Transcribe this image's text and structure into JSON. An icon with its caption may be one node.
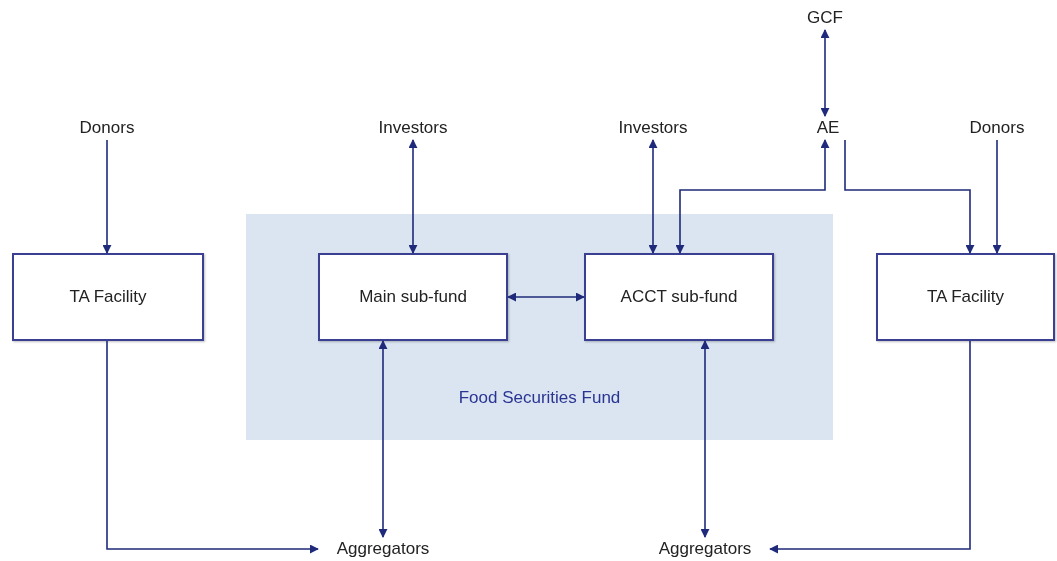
{
  "diagram": {
    "nodes": [
      {
        "text": [
          "Donors"
        ]
      },
      {
        "text": [
          "Investors"
        ]
      },
      {
        "text": [
          "Investors"
        ]
      },
      {
        "text": [
          "GCF"
        ]
      },
      {
        "text": [
          "AE"
        ]
      },
      {
        "text": [
          "Donors"
        ]
      },
      {
        "text": [
          "TA Facility"
        ]
      },
      {
        "text": [
          "Food Securities Fund"
        ]
      },
      {
        "text": [
          "Main sub-fund"
        ],
        "in": 7
      },
      {
        "text": [
          "ACCT sub-fund"
        ],
        "in": 7
      },
      {
        "text": [
          "TA Facility"
        ]
      },
      {
        "text": [
          "Aggregators"
        ]
      },
      {
        "text": [
          "Aggregators"
        ]
      }
    ],
    "edges": [
      {
        "from": 0,
        "to": 6,
        "arrow": "to"
      },
      {
        "from": 1,
        "to": 8,
        "arrow": "both"
      },
      {
        "from": 2,
        "to": 9,
        "arrow": "both"
      },
      {
        "from": 3,
        "to": 4,
        "arrow": "both"
      },
      {
        "from": 4,
        "to": 9,
        "arrow": "both"
      },
      {
        "from": 4,
        "to": 10,
        "arrow": "to"
      },
      {
        "from": 5,
        "to": 10,
        "arrow": "to"
      },
      {
        "from": 8,
        "to": 9,
        "arrow": "both"
      },
      {
        "from": 8,
        "to": 11,
        "arrow": "both"
      },
      {
        "from": 9,
        "to": 12,
        "arrow": "both"
      },
      {
        "from": 6,
        "to": 11,
        "arrow": "to"
      },
      {
        "from": 10,
        "to": 12,
        "arrow": "to"
      }
    ]
  }
}
